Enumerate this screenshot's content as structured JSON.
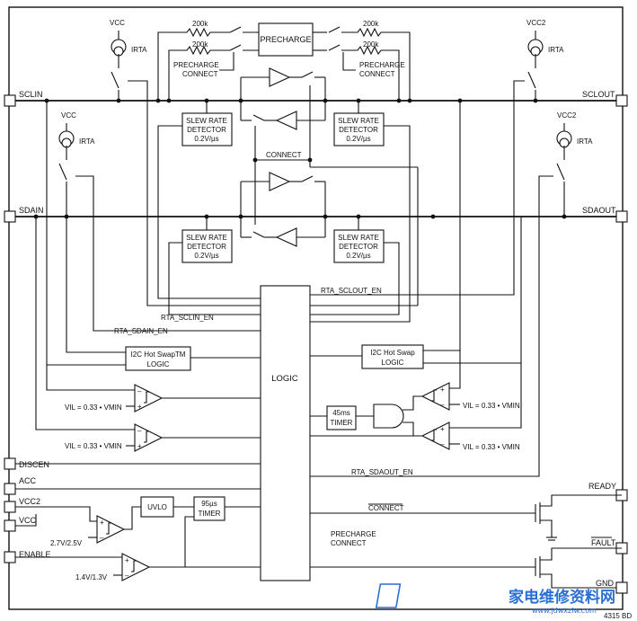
{
  "pins": {
    "sclin": "SCLIN",
    "sdain": "SDAIN",
    "sclout": "SCLOUT",
    "sdaout": "SDAOUT",
    "discen": "DISCEN",
    "acc": "ACC",
    "vcc2_pin": "VCC2",
    "vcc_pin": "VCC",
    "enable": "ENABLE",
    "ready": "READY",
    "fault": "FAULT",
    "gnd": "GND"
  },
  "blocks": {
    "precharge": "PRECHARGE",
    "slew_rate_line1": "SLEW RATE",
    "slew_rate_line2": "DETECTOR",
    "slew_rate_line3": "0.2V/µs",
    "logic": "LOGIC",
    "hotswap_left_line1": "I2C Hot SwapTM",
    "hotswap_right_line1": "I2C Hot Swap",
    "hotswap_line2": "LOGIC",
    "timer_45": "45ms",
    "timer_word": "TIMER",
    "timer_95": "95µs",
    "uvlo": "UVLO"
  },
  "labels": {
    "r200k": "200k",
    "precharge_connect_1": "PRECHARGE",
    "precharge_connect_2": "CONNECT",
    "connect": "CONNECT",
    "vcc": "VCC",
    "vcc2": "VCC2",
    "irta": "IRTA",
    "rta_sclout_en": "RTA_SCLOUT_EN",
    "rta_sclin_en": "RTA_SCLIN_EN",
    "rta_sdain_en": "RTA_SDAIN_EN",
    "rta_sdaout_en": "RTA_SDAOUT_EN",
    "vil": "VIL = 0.33 • VMIN",
    "uv_vcc2": "2.7V/2.5V",
    "uv_enable": "1.4V/1.3V",
    "connect_out": "CONNECT",
    "precharge_out_1": "PRECHARGE",
    "precharge_out_2": "CONNECT",
    "fig_id": "4315 BD"
  },
  "watermark": {
    "text": "家电维修资料网",
    "sub": "www.jdwxzlw.com"
  }
}
